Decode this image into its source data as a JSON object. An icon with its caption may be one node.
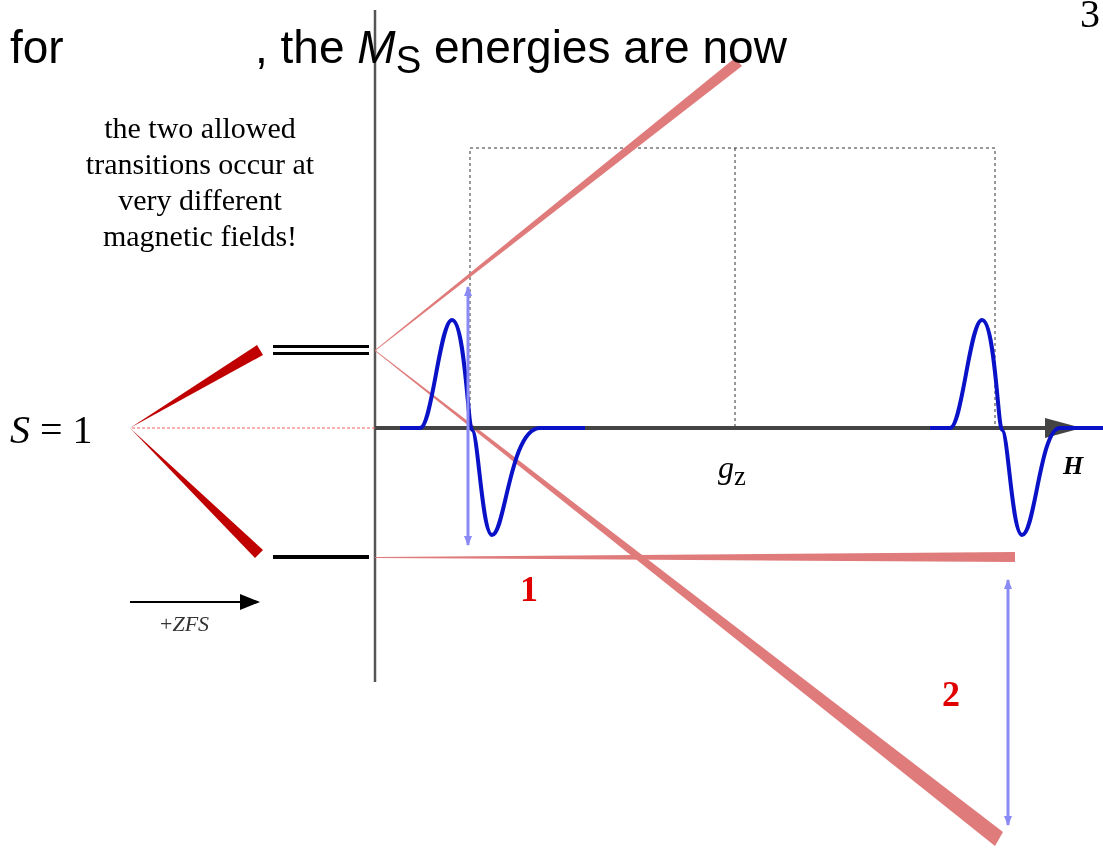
{
  "diagram": {
    "labels": [
      "for",
      ", the *M*$_{S}$ energies are now",
      "3",
      "the two allowed transitions occur at very different magnetic fields!",
      "*S* = 1",
      "+*ZFS*",
      "*g*$_{z}$",
      "H",
      "1",
      "2"
    ]
  }
}
